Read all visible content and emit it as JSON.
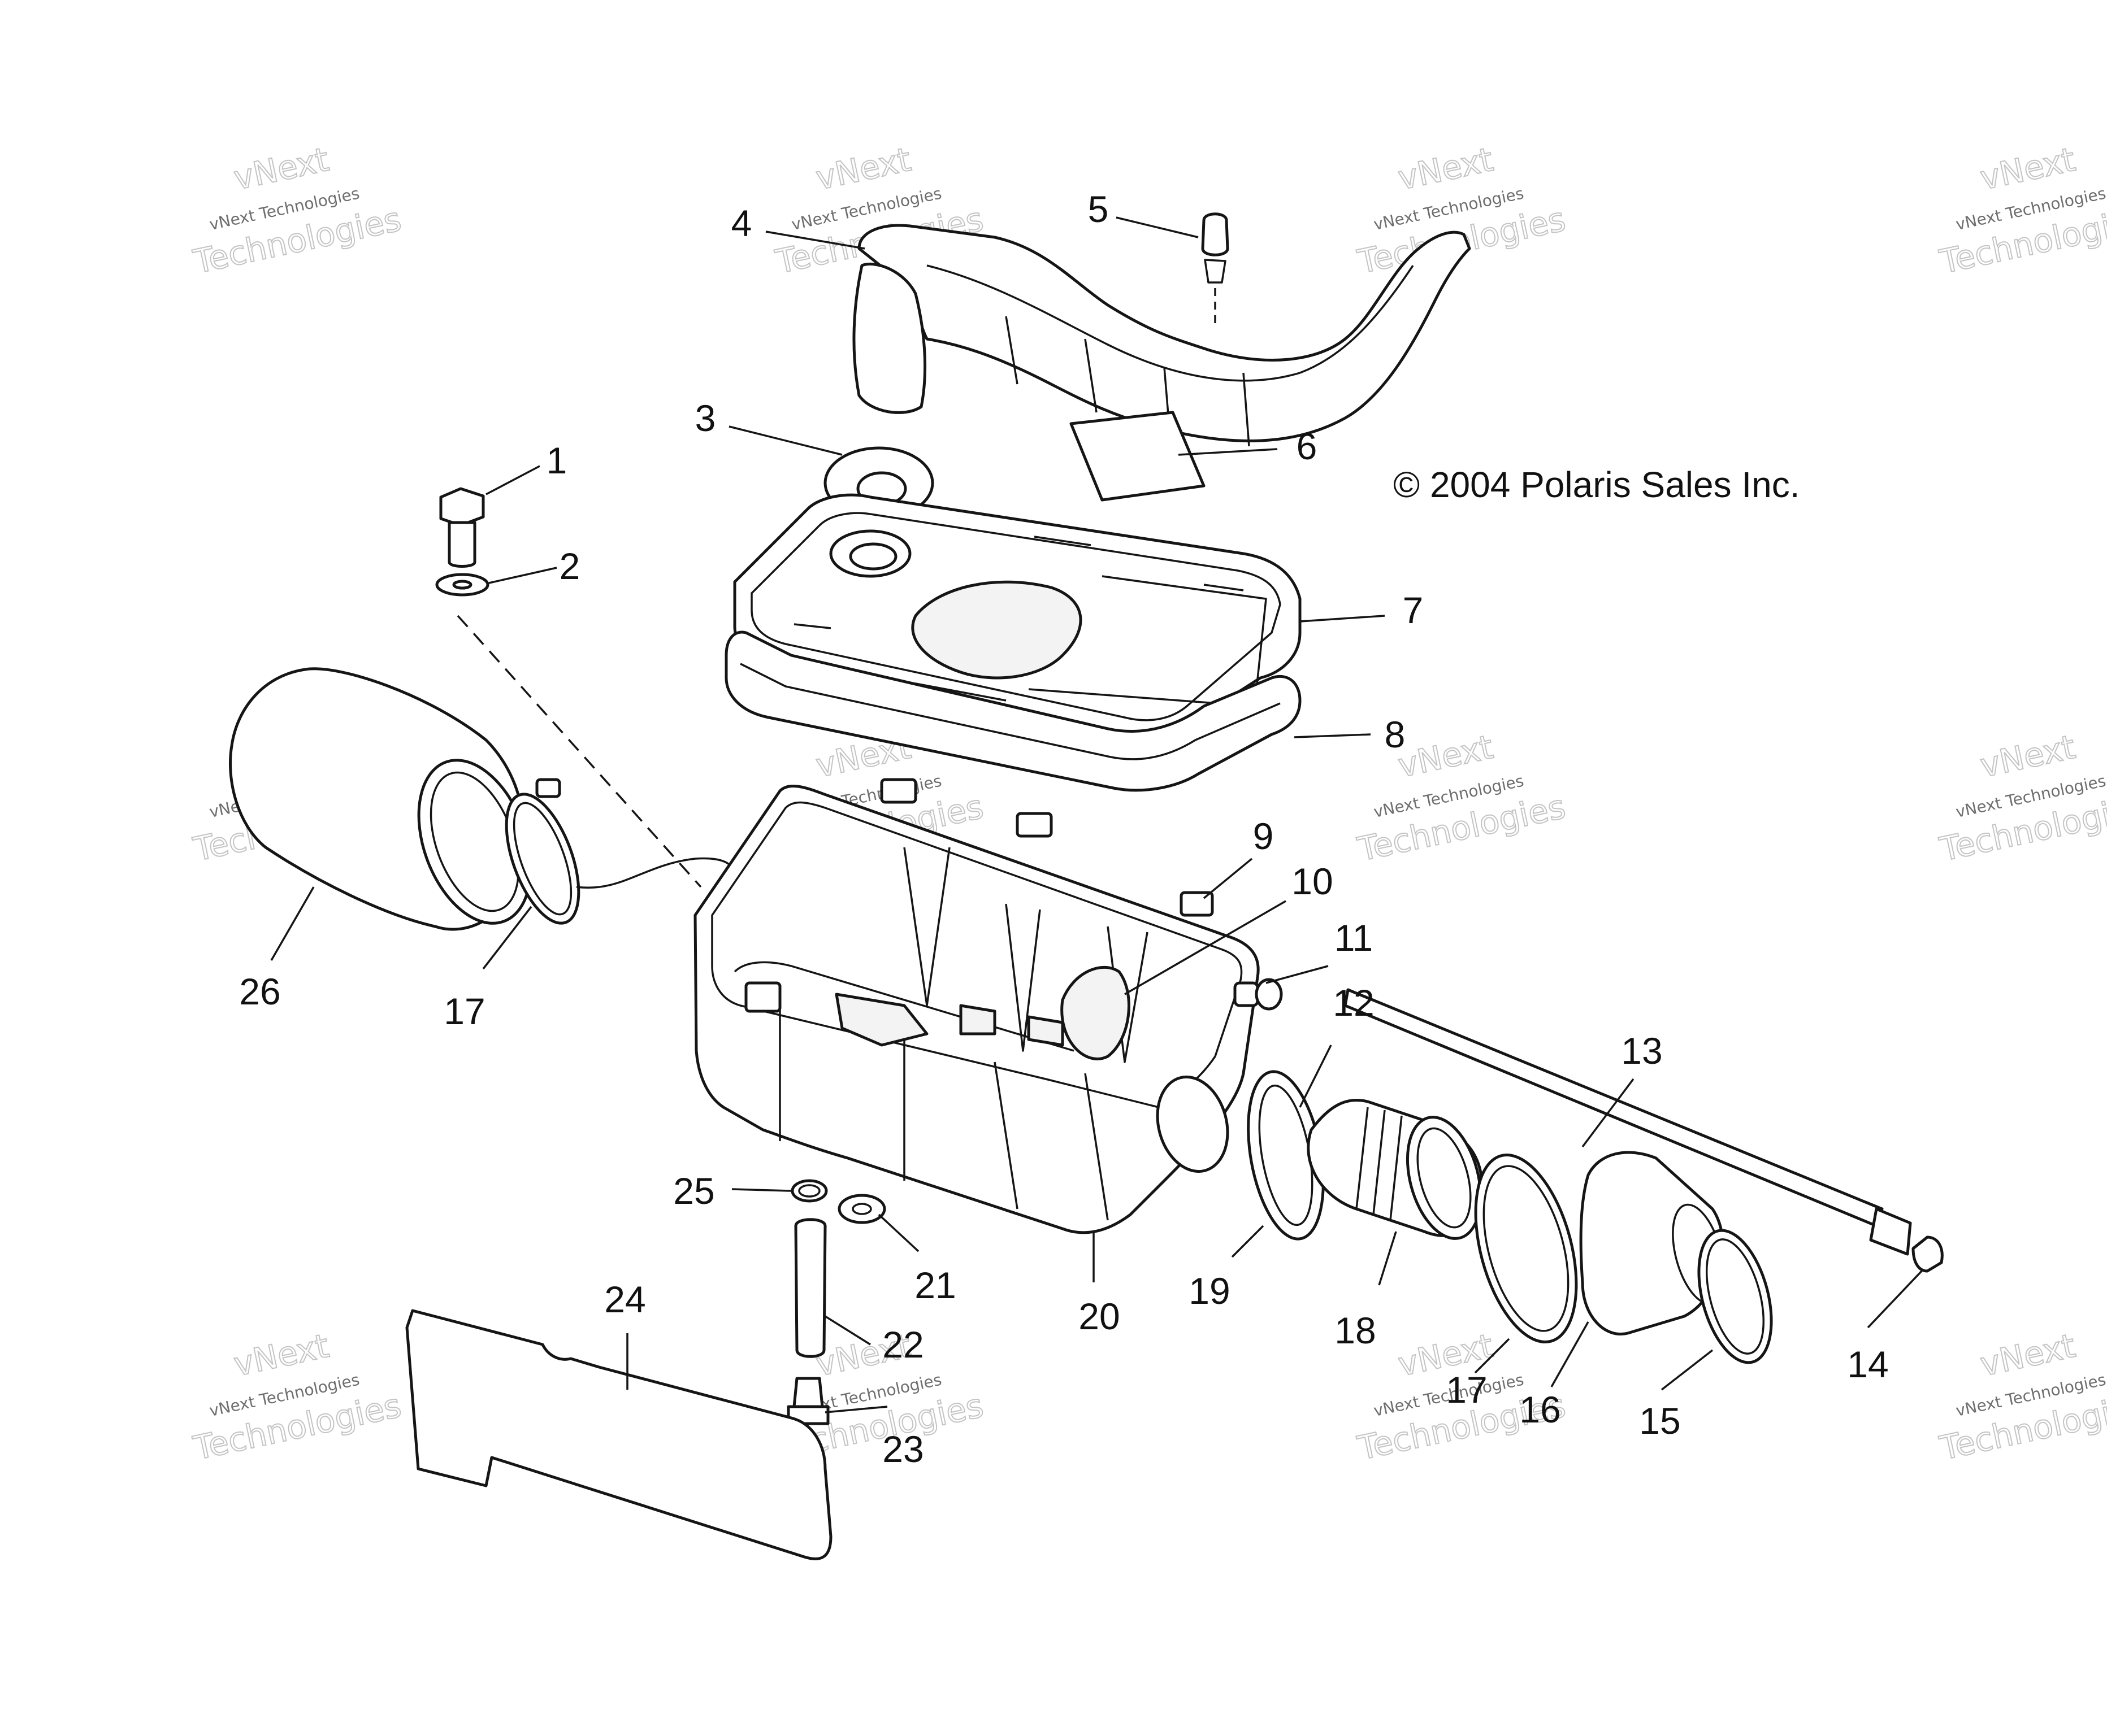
{
  "copyright": "© 2004 Polaris Sales Inc.",
  "watermark": {
    "line1": "vNext Technologies",
    "line2": "vNext",
    "line3": "Technologies"
  },
  "callouts": {
    "c1": "1",
    "c2": "2",
    "c3": "3",
    "c4": "4",
    "c5": "5",
    "c6": "6",
    "c7": "7",
    "c8": "8",
    "c9": "9",
    "c10": "10",
    "c11": "11",
    "c12": "12",
    "c13": "13",
    "c14": "14",
    "c15": "15",
    "c16": "16",
    "c17a": "17",
    "c17b": "17",
    "c18": "18",
    "c19": "19",
    "c20": "20",
    "c21": "21",
    "c22": "22",
    "c23": "23",
    "c24": "24",
    "c25": "25",
    "c26": "26"
  }
}
